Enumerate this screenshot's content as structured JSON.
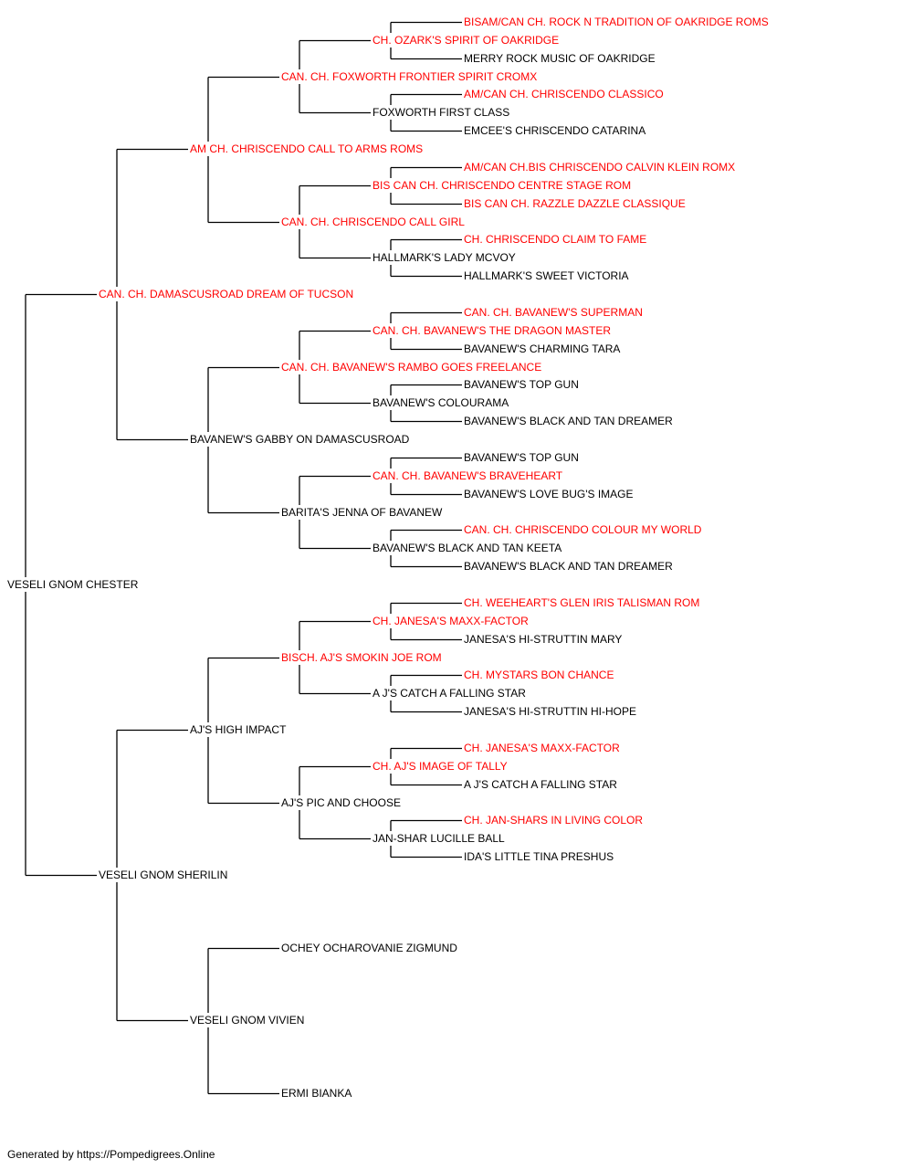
{
  "colors": {
    "champion": "#ff0000",
    "normal": "#000000",
    "line": "#000000"
  },
  "pedigree": {
    "name": "VESELI GNOM CHESTER",
    "champion": false,
    "sire": {
      "name": "CAN. CH. DAMASCUSROAD DREAM OF TUCSON",
      "champion": true,
      "sire": {
        "name": "AM CH. CHRISCENDO CALL TO ARMS ROMS",
        "champion": true,
        "sire": {
          "name": "CAN. CH. FOXWORTH FRONTIER SPIRIT CROMX",
          "champion": true,
          "sire": {
            "name": "CH. OZARK'S SPIRIT OF OAKRIDGE",
            "champion": true,
            "sire": {
              "name": "BISAM/CAN CH. ROCK N TRADITION OF OAKRIDGE ROMS",
              "champion": true
            },
            "dam": {
              "name": "MERRY ROCK MUSIC OF OAKRIDGE",
              "champion": false
            }
          },
          "dam": {
            "name": "FOXWORTH FIRST CLASS",
            "champion": false,
            "sire": {
              "name": "AM/CAN CH. CHRISCENDO CLASSICO",
              "champion": true
            },
            "dam": {
              "name": "EMCEE'S CHRISCENDO CATARINA",
              "champion": false
            }
          }
        },
        "dam": {
          "name": "CAN. CH. CHRISCENDO CALL GIRL",
          "champion": true,
          "sire": {
            "name": "BIS CAN CH. CHRISCENDO CENTRE STAGE ROM",
            "champion": true,
            "sire": {
              "name": "AM/CAN CH.BIS CHRISCENDO CALVIN KLEIN ROMX",
              "champion": true
            },
            "dam": {
              "name": "BIS CAN CH. RAZZLE DAZZLE CLASSIQUE",
              "champion": true
            }
          },
          "dam": {
            "name": "HALLMARK'S LADY MCVOY",
            "champion": false,
            "sire": {
              "name": "CH. CHRISCENDO CLAIM TO FAME",
              "champion": true
            },
            "dam": {
              "name": "HALLMARK'S SWEET VICTORIA",
              "champion": false
            }
          }
        }
      },
      "dam": {
        "name": "BAVANEW'S GABBY ON DAMASCUSROAD",
        "champion": false,
        "sire": {
          "name": "CAN. CH. BAVANEW'S RAMBO GOES FREELANCE",
          "champion": true,
          "sire": {
            "name": "CAN. CH. BAVANEW'S THE DRAGON MASTER",
            "champion": true,
            "sire": {
              "name": "CAN. CH. BAVANEW'S SUPERMAN",
              "champion": true
            },
            "dam": {
              "name": "BAVANEW'S CHARMING TARA",
              "champion": false
            }
          },
          "dam": {
            "name": "BAVANEW'S COLOURAMA",
            "champion": false,
            "sire": {
              "name": "BAVANEW'S TOP GUN",
              "champion": false
            },
            "dam": {
              "name": "BAVANEW'S BLACK AND TAN DREAMER",
              "champion": false
            }
          }
        },
        "dam": {
          "name": "BARITA'S JENNA OF BAVANEW",
          "champion": false,
          "sire": {
            "name": "CAN. CH. BAVANEW'S BRAVEHEART",
            "champion": true,
            "sire": {
              "name": "BAVANEW'S TOP GUN",
              "champion": false
            },
            "dam": {
              "name": "BAVANEW'S LOVE BUG'S IMAGE",
              "champion": false
            }
          },
          "dam": {
            "name": "BAVANEW'S BLACK AND TAN KEETA",
            "champion": false,
            "sire": {
              "name": "CAN. CH. CHRISCENDO COLOUR MY WORLD",
              "champion": true
            },
            "dam": {
              "name": "BAVANEW'S BLACK AND TAN DREAMER",
              "champion": false
            }
          }
        }
      }
    },
    "dam": {
      "name": "VESELI GNOM SHERILIN",
      "champion": false,
      "sire": {
        "name": "AJ'S HIGH IMPACT",
        "champion": false,
        "sire": {
          "name": "BISCH. AJ'S SMOKIN JOE ROM",
          "champion": true,
          "sire": {
            "name": "CH. JANESA'S MAXX-FACTOR",
            "champion": true,
            "sire": {
              "name": "CH. WEEHEART'S GLEN IRIS TALISMAN ROM",
              "champion": true
            },
            "dam": {
              "name": "JANESA'S HI-STRUTTIN MARY",
              "champion": false
            }
          },
          "dam": {
            "name": "A J'S CATCH A FALLING STAR",
            "champion": false,
            "sire": {
              "name": "CH. MYSTARS BON CHANCE",
              "champion": true
            },
            "dam": {
              "name": "JANESA'S HI-STRUTTIN HI-HOPE",
              "champion": false
            }
          }
        },
        "dam": {
          "name": "AJ'S PIC AND CHOOSE",
          "champion": false,
          "sire": {
            "name": "CH. AJ'S IMAGE OF TALLY",
            "champion": true,
            "sire": {
              "name": "CH. JANESA'S MAXX-FACTOR",
              "champion": true
            },
            "dam": {
              "name": "A J'S CATCH A FALLING STAR",
              "champion": false
            }
          },
          "dam": {
            "name": "JAN-SHAR LUCILLE BALL",
            "champion": false,
            "sire": {
              "name": "CH. JAN-SHARS IN LIVING COLOR",
              "champion": true
            },
            "dam": {
              "name": "IDA'S LITTLE TINA PRESHUS",
              "champion": false
            }
          }
        }
      },
      "dam": {
        "name": "VESELI GNOM VIVIEN",
        "champion": false,
        "sire": {
          "name": "OCHEY OCHAROVANIE ZIGMUND",
          "champion": false
        },
        "dam": {
          "name": "ERMI BIANKA",
          "champion": false
        }
      }
    }
  },
  "footer": {
    "text": "Generated by https://Pompedigrees.Online"
  }
}
